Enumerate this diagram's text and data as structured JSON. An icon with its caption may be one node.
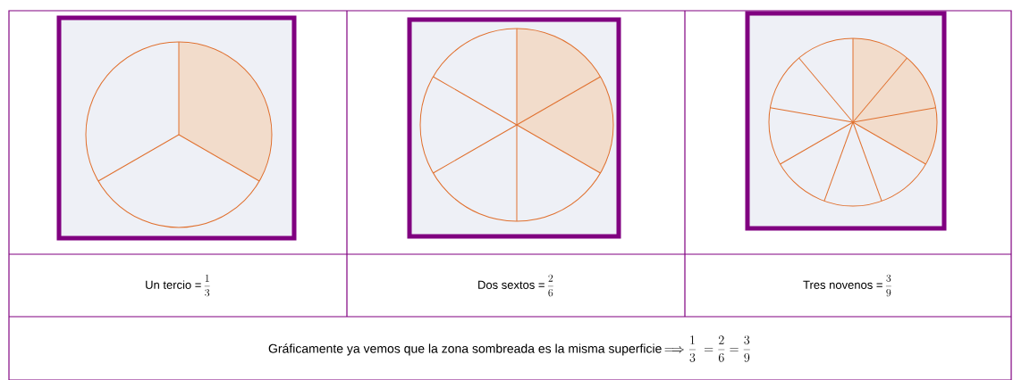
{
  "diagram": {
    "labels": [
      "Un tercio =",
      "\\frac{1}{3}",
      "Dos sextos =",
      "\\frac{2}{6}",
      "Tres novenos =",
      "\\frac{3}{9}",
      "Gráficamente  ya vemos que la zona sombreada  es la misma superficie",
      "\\Longrightarrow \\frac{1}{3} \\;=\\frac{2}{6}=\\frac{3}{9}"
    ]
  }
}
